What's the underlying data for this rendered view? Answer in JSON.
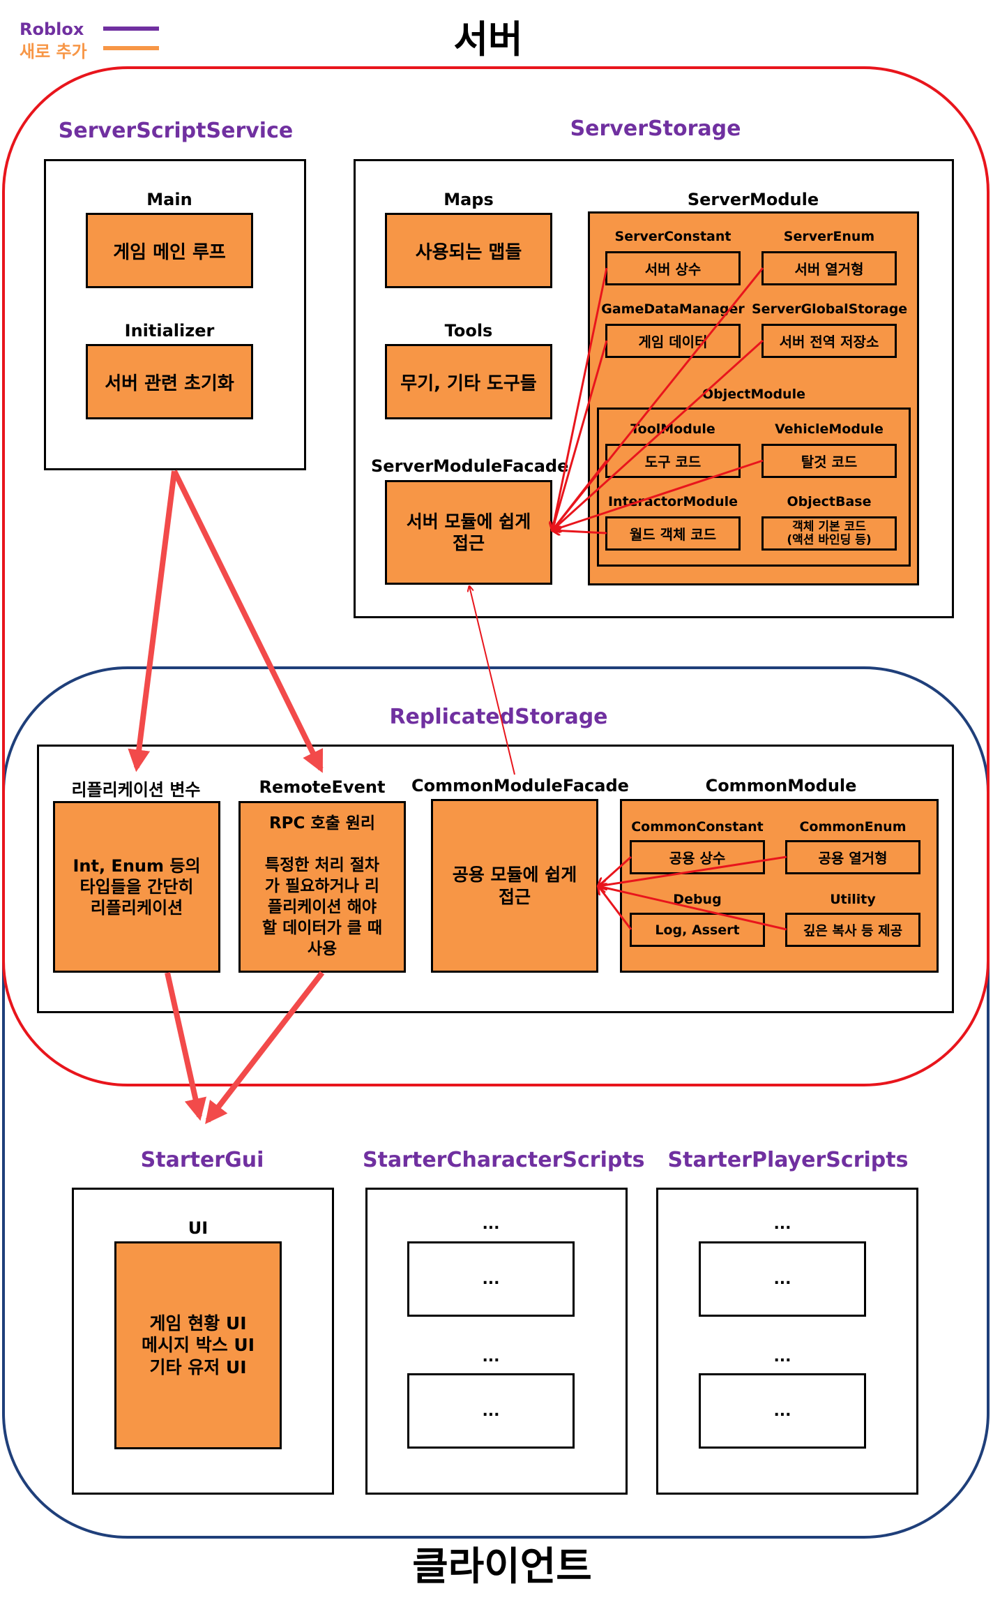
{
  "legend": {
    "roblox": {
      "label": "Roblox",
      "color": "#7030a0"
    },
    "new": {
      "label": "새로 추가",
      "color": "#f79646"
    }
  },
  "titles": {
    "server": "서버",
    "client": "클라이언트"
  },
  "colors": {
    "server_border": "#e8151c",
    "client_border": "#1f3f7a",
    "module_fill": "#f79646",
    "arrow": "#f24a4a"
  },
  "server_script_service": {
    "title": "ServerScriptService",
    "main": {
      "label": "Main",
      "content": "게임 메인 루프"
    },
    "initializer": {
      "label": "Initializer",
      "content": "서버 관련 초기화"
    }
  },
  "server_storage": {
    "title": "ServerStorage",
    "maps": {
      "label": "Maps",
      "content": "사용되는 맵들"
    },
    "tools": {
      "label": "Tools",
      "content": "무기, 기타 도구들"
    },
    "facade": {
      "label": "ServerModuleFacade",
      "content": "서버 모듈에 쉽게\n접근"
    },
    "server_module": {
      "label": "ServerModule",
      "server_constant": {
        "label": "ServerConstant",
        "content": "서버 상수"
      },
      "server_enum": {
        "label": "ServerEnum",
        "content": "서버 열거형"
      },
      "game_data_manager": {
        "label": "GameDataManager",
        "content": "게임 데이터"
      },
      "server_global_storage": {
        "label": "ServerGlobalStorage",
        "content": "서버 전역 저장소"
      },
      "object_module": {
        "label": "ObjectModule",
        "tool_module": {
          "label": "ToolModule",
          "content": "도구 코드"
        },
        "vehicle_module": {
          "label": "VehicleModule",
          "content": "탈것 코드"
        },
        "interactor_module": {
          "label": "InteractorModule",
          "content": "월드 객체 코드"
        },
        "object_base": {
          "label": "ObjectBase",
          "content": "객체 기본 코드\n(액션 바인딩 등)"
        }
      }
    }
  },
  "replicated_storage": {
    "title": "ReplicatedStorage",
    "replication_vars": {
      "label": "리플리케이션 변수",
      "content": "Int, Enum 등의\n타입들을 간단히\n리플리케이션"
    },
    "remote_event": {
      "label": "RemoteEvent",
      "content": "RPC 호출 원리\n\n특정한 처리 절차\n가 필요하거나 리\n플리케이션 해야\n할 데이터가 클 때\n사용"
    },
    "common_facade": {
      "label": "CommonModuleFacade",
      "content": "공용 모듈에 쉽게\n접근"
    },
    "common_module": {
      "label": "CommonModule",
      "common_constant": {
        "label": "CommonConstant",
        "content": "공용 상수"
      },
      "common_enum": {
        "label": "CommonEnum",
        "content": "공용 열거형"
      },
      "debug": {
        "label": "Debug",
        "content": "Log, Assert"
      },
      "utility": {
        "label": "Utility",
        "content": "깊은 복사 등 제공"
      }
    }
  },
  "starter_gui": {
    "title": "StarterGui",
    "ui": {
      "label": "UI",
      "content": "게임 현황 UI\n메시지 박스 UI\n기타 유저 UI"
    }
  },
  "starter_character_scripts": {
    "title": "StarterCharacterScripts",
    "items": [
      {
        "label": "...",
        "content": "..."
      },
      {
        "label": "...",
        "content": "..."
      }
    ]
  },
  "starter_player_scripts": {
    "title": "StarterPlayerScripts",
    "items": [
      {
        "label": "...",
        "content": "..."
      },
      {
        "label": "...",
        "content": "..."
      }
    ]
  }
}
